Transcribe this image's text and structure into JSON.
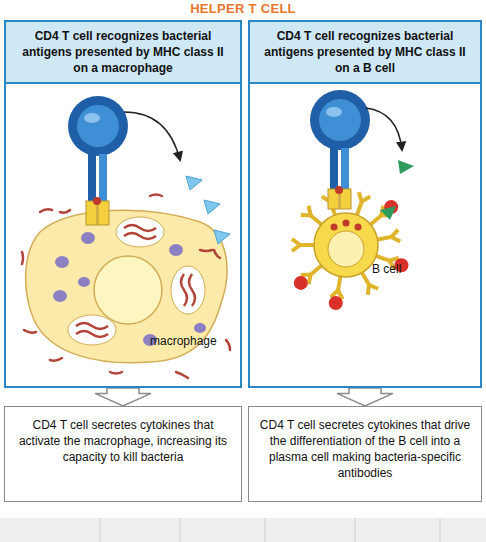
{
  "diagram": {
    "title": "HELPER T CELL",
    "nodes": [
      {
        "text": [
          "CD4 T cell recognizes bacterial antigens presented by MHC class II on a macrophage"
        ]
      },
      {
        "text": [
          "CD4 T cell secretes cytokines that activate the macrophage, increasing its capacity to kill bacteria"
        ]
      },
      {
        "text": [
          "CD4 T cell recognizes bacterial antigens presented by MHC class II on a B cell"
        ]
      },
      {
        "text": [
          "CD4 T cell secretes cytokines that drive the differentiation of the B cell into a plasma cell making bacteria-specific antibodies"
        ]
      }
    ],
    "edges": [
      {
        "from": 0,
        "to": 1,
        "arrow": "to"
      },
      {
        "from": 2,
        "to": 3,
        "arrow": "to"
      }
    ],
    "labels": [
      "macrophage",
      "B cell"
    ]
  }
}
